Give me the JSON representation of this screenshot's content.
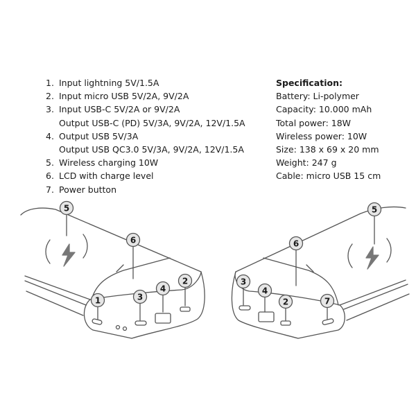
{
  "features": [
    {
      "num": "1.",
      "text": "Input lightning 5V/1.5A"
    },
    {
      "num": "2.",
      "text": "Input micro USB 5V/2A, 9V/2A"
    },
    {
      "num": "3.",
      "text": "Input USB-C 5V/2A or 9V/2A"
    },
    {
      "num": "",
      "text": "Output USB-C (PD) 5V/3A, 9V/2A, 12V/1.5A"
    },
    {
      "num": "4.",
      "text": "Output USB 5V/3A"
    },
    {
      "num": "",
      "text": "Output USB QC3.0 5V/3A, 9V/2A, 12V/1.5A"
    },
    {
      "num": "5.",
      "text": "Wireless charging 10W"
    },
    {
      "num": "6.",
      "text": "LCD with charge level"
    },
    {
      "num": "7.",
      "text": "Power button"
    }
  ],
  "spec": {
    "title": "Specification:",
    "lines": [
      "Battery: Li-polymer",
      "Capacity: 10.000 mAh",
      "Total power: 18W",
      "Wireless power: 10W",
      "Size: 138 x 69 x 20 mm",
      "Weight: 247 g",
      "Cable: micro USB 15 cm"
    ]
  },
  "markers": {
    "left_5": "5",
    "left_6": "6",
    "left_1": "1",
    "left_3": "3",
    "left_4": "4",
    "left_2": "2",
    "right_5": "5",
    "right_6": "6",
    "right_3": "3",
    "right_4": "4",
    "right_2": "2",
    "right_7": "7"
  },
  "colors": {
    "line": "#555555",
    "marker_fill": "#e6e6e6",
    "text": "#1a1a1a"
  }
}
